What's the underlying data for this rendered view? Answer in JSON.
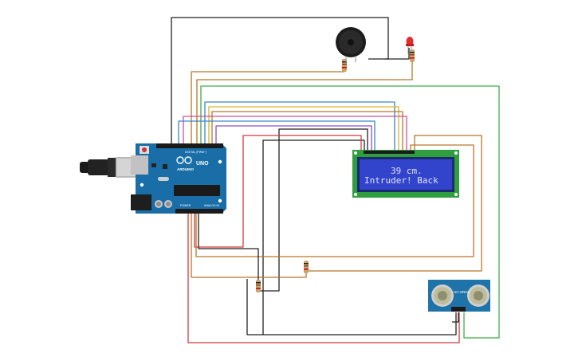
{
  "canvas": {
    "background": "#ffffff"
  },
  "colors": {
    "board": "#1a6ea8",
    "board_dark": "#0f4f7d",
    "lcd_frame": "#2e9e3e",
    "lcd_screen": "#3344cc",
    "lcd_text": "#dfe4ff",
    "sensor_board": "#1e74a8",
    "wire_black": "#222222",
    "wire_brown": "#b8772a",
    "wire_red": "#d23a3a",
    "wire_green": "#3fae4a",
    "wire_blue": "#3a86c8",
    "wire_purple": "#8a4fbf",
    "wire_pink": "#d04f9c",
    "wire_yellow": "#d6b52e",
    "led": "#e62b2b"
  },
  "arduino": {
    "brand": "ARDUINO",
    "model": "UNO",
    "digital_header": "DIGITAL (PWM~)",
    "power_header": "POWER",
    "analog_header": "ANALOG IN"
  },
  "lcd": {
    "line1": "39 cm.",
    "line2": "Intruder! Back"
  },
  "sensor": {
    "model": "HC-SR04"
  },
  "components": [
    {
      "name": "buzzer-icon"
    },
    {
      "name": "led-icon"
    },
    {
      "name": "resistor-icon"
    },
    {
      "name": "usb-plug-icon"
    }
  ]
}
